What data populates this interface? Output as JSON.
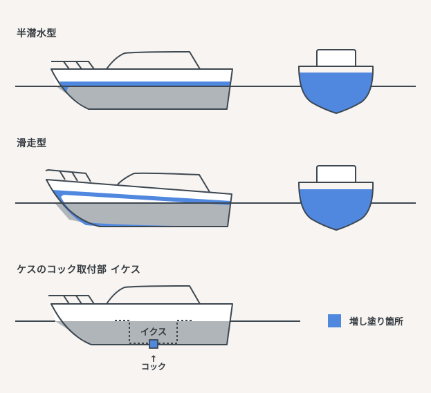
{
  "sections": [
    {
      "title": "半潜水型"
    },
    {
      "title": "滑走型"
    },
    {
      "title": "ケスのコック取付部 イケス"
    }
  ],
  "labels": {
    "ikesu": "イクス",
    "cock": "コック",
    "arrow": "↑"
  },
  "legend": {
    "label": "増し塗り箇所"
  },
  "colors": {
    "background": "#f7f4f1",
    "outline": "#3d4750",
    "hull_fill": "#b0b5ba",
    "accent_blue": "#5088e0",
    "deck_fill": "#ffffff"
  }
}
